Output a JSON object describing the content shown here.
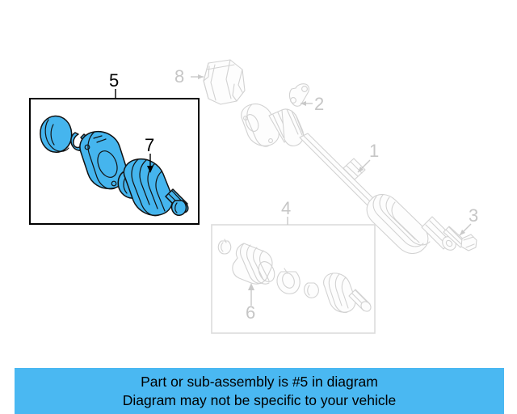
{
  "diagram": {
    "title": "Vehicle CV axle / drive shaft exploded parts diagram",
    "highlight_color": "#45b5ee",
    "banner_color": "#4ab8f2",
    "outline_color": "#d2d2d2",
    "callouts": [
      {
        "id": "1",
        "label": "1",
        "target": "drive-axle-shaft",
        "highlighted": false
      },
      {
        "id": "2",
        "label": "2",
        "target": "retainer-bracket",
        "highlighted": false
      },
      {
        "id": "3",
        "label": "3",
        "target": "flange-bolt",
        "highlighted": false
      },
      {
        "id": "4",
        "label": "4",
        "target": "inner-boot-kit-box",
        "highlighted": false
      },
      {
        "id": "5",
        "label": "5",
        "target": "outer-joint-kit-box",
        "highlighted": true
      },
      {
        "id": "6",
        "label": "6",
        "target": "inner-cv-boot",
        "highlighted": false
      },
      {
        "id": "7",
        "label": "7",
        "target": "outer-cv-boot",
        "highlighted": true
      },
      {
        "id": "8",
        "label": "8",
        "target": "heat-shield",
        "highlighted": false
      }
    ]
  },
  "banner": {
    "line1": "Part or sub-assembly is #5 in diagram",
    "line2": "Diagram may not be specific to your vehicle"
  }
}
